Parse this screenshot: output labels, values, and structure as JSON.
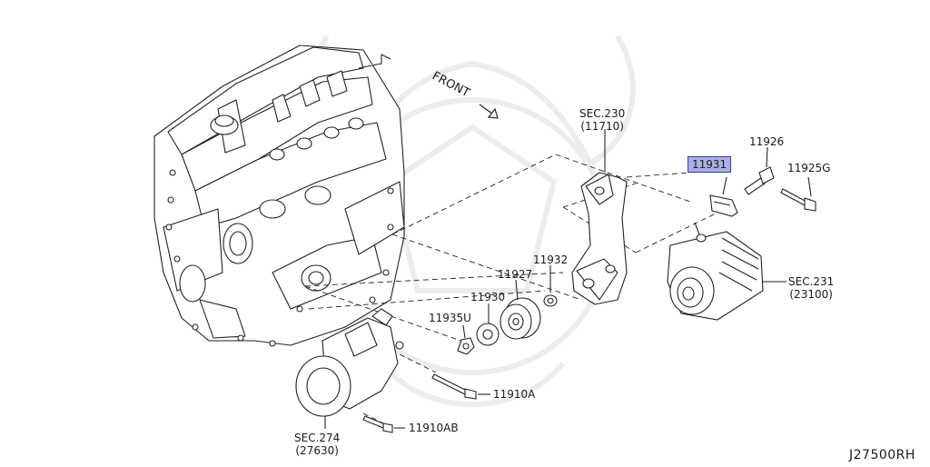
{
  "diagram": {
    "front_label": "FRONT",
    "labels": {
      "sec230": "SEC.230",
      "sec230_sub": "(11710)",
      "p11926": "11926",
      "p11931": "11931",
      "p11925g": "11925G",
      "sec231": "SEC.231",
      "sec231_sub": "(23100)",
      "p11932": "11932",
      "p11927": "11927",
      "p11930": "11930",
      "p11935u": "11935U",
      "p11910a": "11910A",
      "sec274": "SEC.274",
      "sec274_sub": "(27630)",
      "p11910ab": "11910AB"
    },
    "reference_code": "J27500RH",
    "highlight_color": "#a9aee6"
  }
}
